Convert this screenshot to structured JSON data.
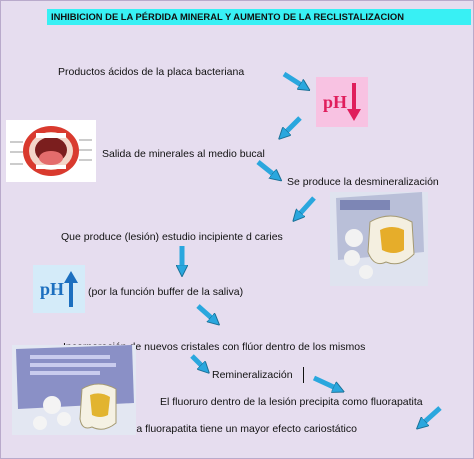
{
  "title": "INHIBICION DE LA PÉRDIDA MINERAL Y AUMENTO DE LA RECLISTALIZACION",
  "steps": [
    "Productos ácidos de la placa bacteriana",
    "Salida de minerales al medio bucal",
    "Se produce la desmineralización",
    "Que produce (lesión) estudio incipiente d caries",
    "(por la función buffer de la saliva)",
    "Incorporación  de nuevos cristales  con flúor dentro de los mismos",
    "Remineralización",
    "El fluoruro dentro de la lesión precipita como fluorapatita",
    "la fluorapatita tiene un mayor efecto cariostático"
  ],
  "ph_down": {
    "label": "pH",
    "direction": "down",
    "color": "#e01e5c"
  },
  "ph_up": {
    "label": "pH",
    "direction": "up",
    "color": "#1c6fbf"
  },
  "arrow_color": "#2aa7de",
  "images": {
    "mouth": "mouth-anatomy-diagram",
    "tooth_lesion": "tooth-lesion-slide",
    "tooth_remineralization": "tooth-remineralization-slide"
  }
}
